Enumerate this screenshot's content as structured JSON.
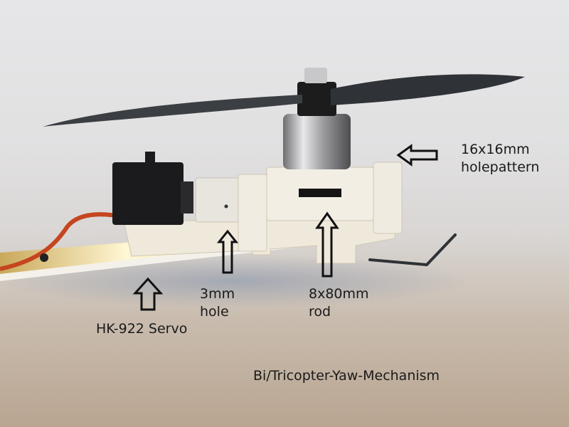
{
  "labels": {
    "holepattern": {
      "line1": "16x16mm",
      "line2": "holepattern"
    },
    "hole": {
      "line1": "3mm",
      "line2": "hole"
    },
    "rod": {
      "line1": "8x80mm",
      "line2": "rod"
    },
    "servo": {
      "line1": "HK-922 Servo"
    }
  },
  "caption": "Bi/Tricopter-Yaw-Mechanism",
  "colors": {
    "background": "#e2e1e2",
    "printed_part": "#efe9dc",
    "servo": "#1b1b1d",
    "motor": "#b9b9bc",
    "propeller": "#3b3e42",
    "wire": "#c5451f",
    "arm": "#d9c690",
    "arrow": "#111111"
  }
}
